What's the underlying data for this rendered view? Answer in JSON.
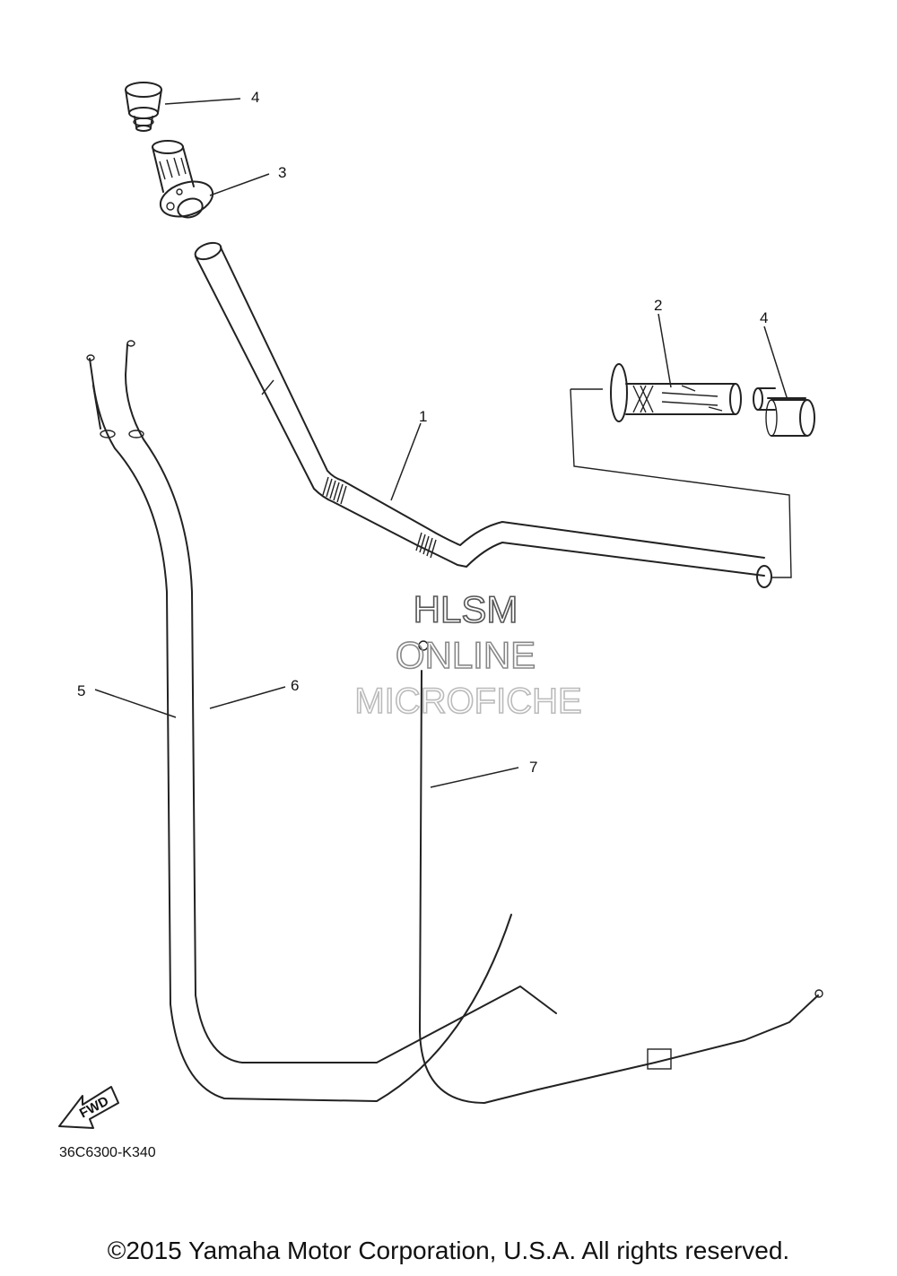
{
  "callouts": {
    "c4_top": "4",
    "c3": "3",
    "c2": "2",
    "c4_right": "4",
    "c1": "1",
    "c5": "5",
    "c6": "6",
    "c7": "7"
  },
  "watermark": {
    "line1": "HLSM",
    "line2": "ONLINE",
    "line3": "MICROFICHE"
  },
  "fwd_label": "FWD",
  "diagram_code": "36C6300-K340",
  "copyright": "©2015 Yamaha Motor Corporation, U.S.A. All rights reserved."
}
